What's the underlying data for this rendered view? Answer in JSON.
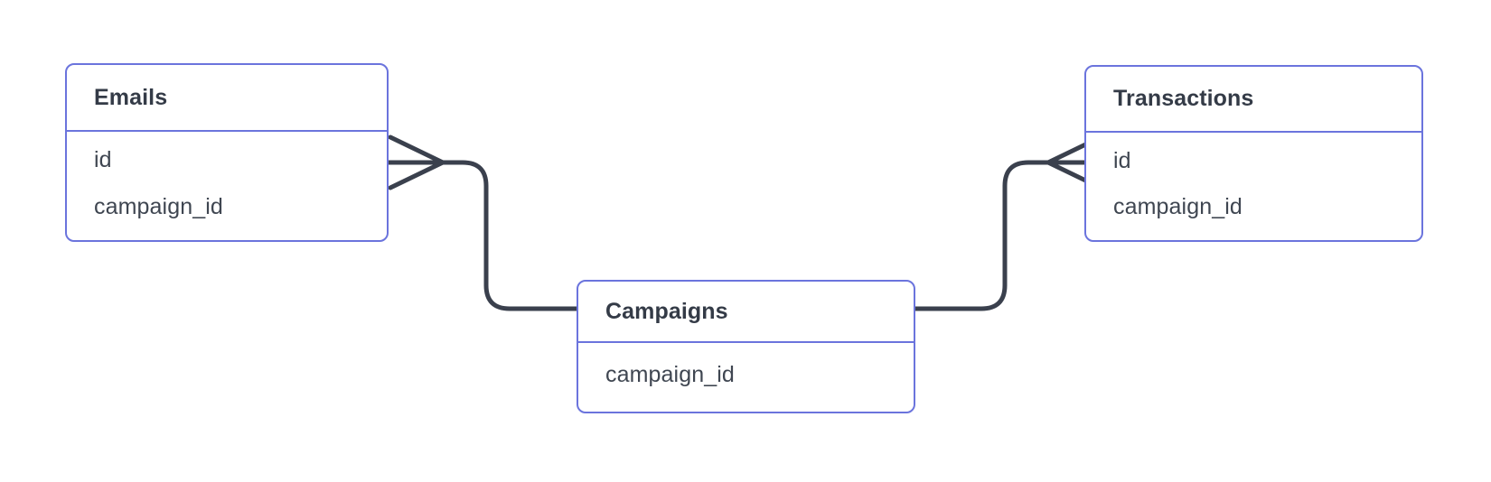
{
  "diagram": {
    "type": "entity-relationship-diagram",
    "background_color": "#ffffff",
    "entity_border_color": "#6b74dd",
    "text_color": "#3a404d",
    "connector_color": "#3a404d",
    "entities": [
      {
        "id": "emails",
        "title": "Emails",
        "fields": [
          {
            "name": "id"
          },
          {
            "name": "campaign_id"
          }
        ]
      },
      {
        "id": "campaigns",
        "title": "Campaigns",
        "fields": [
          {
            "name": "campaign_id"
          }
        ]
      },
      {
        "id": "transactions",
        "title": "Transactions",
        "fields": [
          {
            "name": "id"
          },
          {
            "name": "campaign_id"
          }
        ]
      }
    ],
    "relationships": [
      {
        "id": "emails-campaigns",
        "from": "campaigns",
        "to": "emails",
        "from_cardinality": "one",
        "to_cardinality": "many",
        "marker": "crows-foot"
      },
      {
        "id": "campaigns-transactions",
        "from": "campaigns",
        "to": "transactions",
        "from_cardinality": "one",
        "to_cardinality": "many",
        "marker": "crows-foot"
      }
    ]
  }
}
